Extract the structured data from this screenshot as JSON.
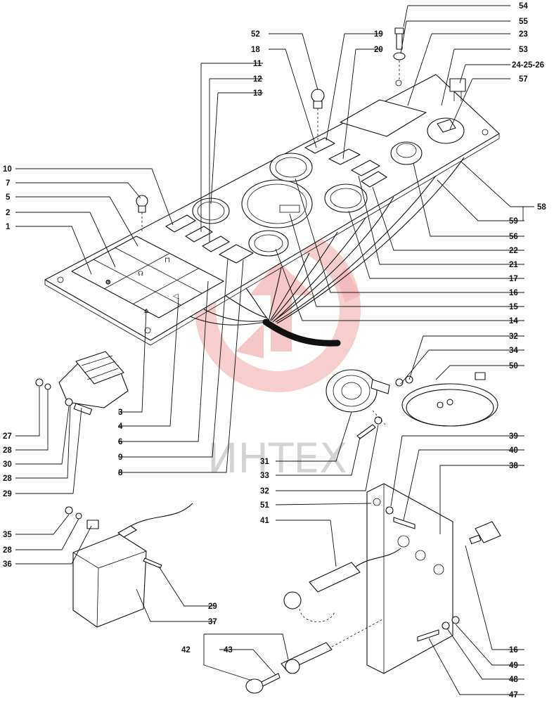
{
  "watermark": {
    "text": "ИНТЕХ",
    "color": "#e8242a"
  },
  "callouts": {
    "c54": "54",
    "c55": "55",
    "c52": "52",
    "c19": "19",
    "c23": "23",
    "c18": "18",
    "c20": "20",
    "c53": "53",
    "c242526": "24-25-26",
    "c11": "11",
    "c57": "57",
    "c12": "12",
    "c13": "13",
    "c10": "10",
    "c7": "7",
    "c5": "5",
    "c2": "2",
    "c1": "1",
    "c58": "58",
    "c59": "59",
    "c56": "56",
    "c22": "22",
    "c21": "21",
    "c17": "17",
    "c16a": "16",
    "c15": "15",
    "c14": "14",
    "c32a": "32",
    "c34": "34",
    "c50": "50",
    "c3": "3",
    "c4": "4",
    "c6": "6",
    "c9": "9",
    "c8": "8",
    "c27": "27",
    "c28a": "28",
    "c30": "30",
    "c28b": "28",
    "c29a": "29",
    "c31": "31",
    "c33": "33",
    "c32b": "32",
    "c51": "51",
    "c39": "39",
    "c40": "40",
    "c38": "38",
    "c41": "41",
    "c35": "35",
    "c28c": "28",
    "c36": "36",
    "c29b": "29",
    "c37": "37",
    "c16b": "16",
    "c49": "49",
    "c48": "48",
    "c47": "47",
    "c42": "42",
    "c43": "43"
  }
}
